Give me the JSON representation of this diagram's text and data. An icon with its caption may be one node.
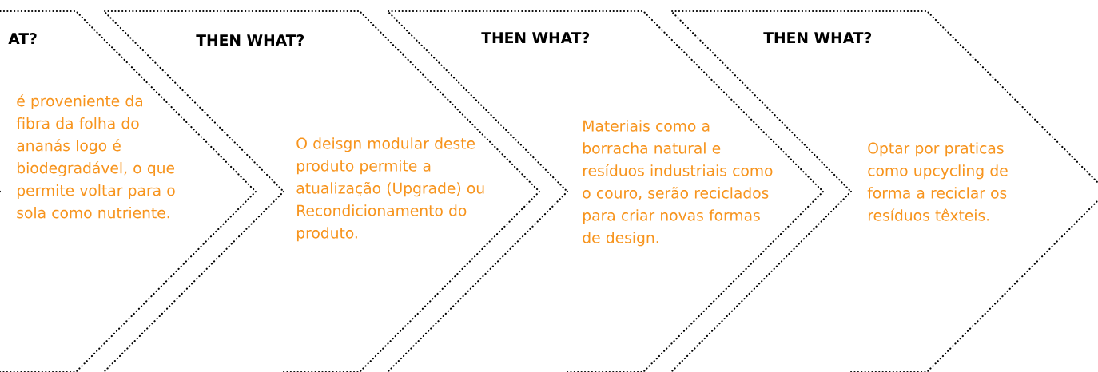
{
  "diagram": {
    "nodes": [
      {
        "text": [
          "AT?",
          "é proveniente da fibra da folha do ananás logo é biodegradável, o que permite voltar para o sola como nutriente."
        ]
      },
      {
        "text": [
          "THEN WHAT?",
          "O deisgn modular deste produto permite a atualização (Upgrade) ou Recondicionamento do produto."
        ]
      },
      {
        "text": [
          "THEN WHAT?",
          "Materiais como a borracha natural e resíduos industriais como o couro, serão reciclados para criar novas formas de design."
        ]
      },
      {
        "text": [
          "THEN WHAT?",
          "Optar por praticas como upcycling de forma a reciclar os resíduos têxteis."
        ]
      }
    ]
  }
}
